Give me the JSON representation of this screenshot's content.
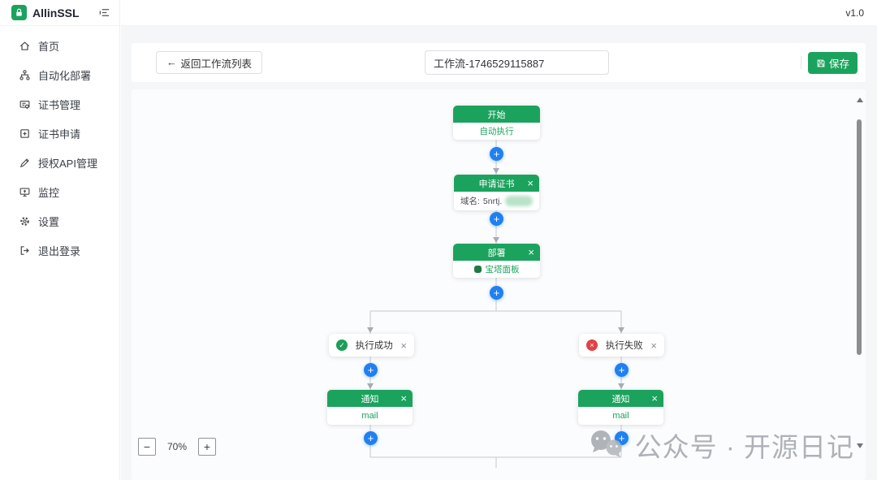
{
  "app": {
    "name": "AllinSSL",
    "version": "v1.0"
  },
  "sidebar": {
    "items": [
      {
        "label": "首页"
      },
      {
        "label": "自动化部署"
      },
      {
        "label": "证书管理"
      },
      {
        "label": "证书申请"
      },
      {
        "label": "授权API管理"
      },
      {
        "label": "监控"
      },
      {
        "label": "设置"
      },
      {
        "label": "退出登录"
      }
    ]
  },
  "toolbar": {
    "back_arrow": "←",
    "back_label": "返回工作流列表",
    "workflow_name": "工作流-1746529115887",
    "save_label": "保存"
  },
  "workflow": {
    "start": {
      "title": "开始",
      "mode": "自动执行"
    },
    "apply_cert": {
      "title": "申请证书",
      "domain_label": "域名:",
      "domain_value": "5nrtj."
    },
    "deploy": {
      "title": "部署",
      "provider": "宝塔面板"
    },
    "on_success": {
      "label": "执行成功"
    },
    "on_fail": {
      "label": "执行失败"
    },
    "notify_success": {
      "title": "通知",
      "channel": "mail"
    },
    "notify_fail": {
      "title": "通知",
      "channel": "mail"
    }
  },
  "zoom_controls": {
    "minus": "−",
    "level": "70%",
    "plus": "+"
  },
  "watermark": {
    "text": "公众号 · 开源日记"
  },
  "icons": {
    "close": "×",
    "plus": "+",
    "check": "✓",
    "cross": "×"
  },
  "colors": {
    "primary_green": "#1ba35e",
    "accent_blue": "#2080f0",
    "error_red": "#e04345"
  }
}
